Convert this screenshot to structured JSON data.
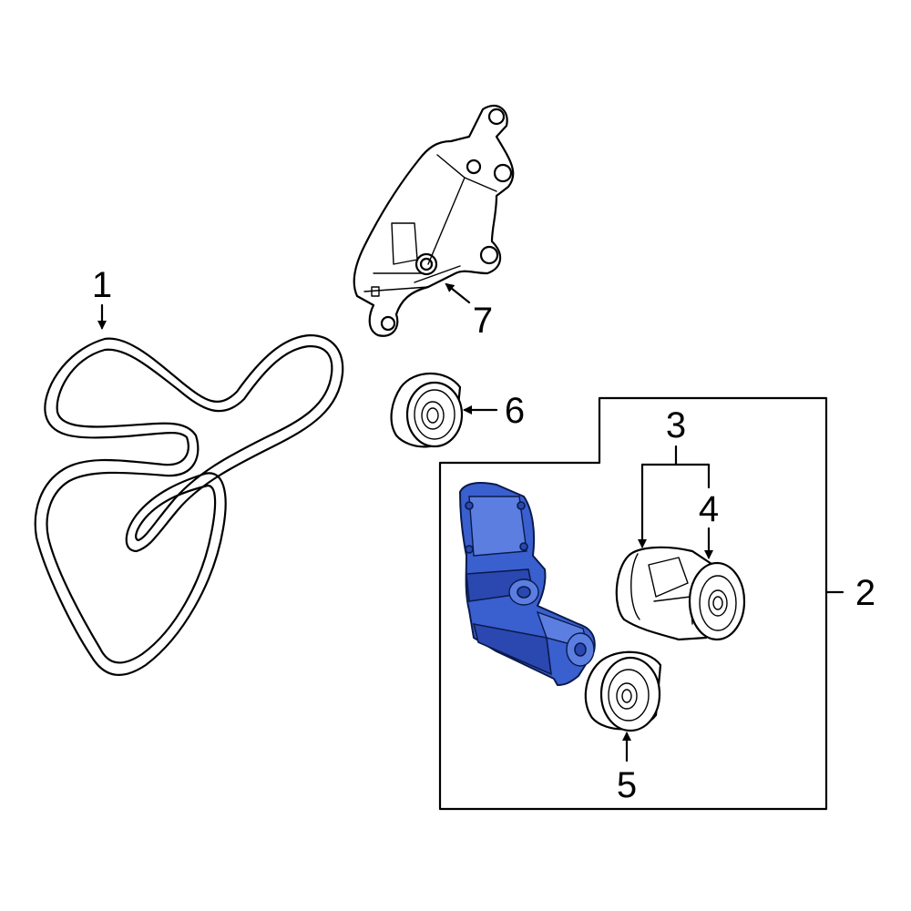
{
  "callouts": {
    "c1": "1",
    "c2": "2",
    "c3": "3",
    "c4": "4",
    "c5": "5",
    "c6": "6",
    "c7": "7"
  },
  "colors": {
    "highlight": "#3a5fcf",
    "line": "#000000",
    "background": "#ffffff"
  },
  "highlighted_part": "c2-tensioner-bracket"
}
